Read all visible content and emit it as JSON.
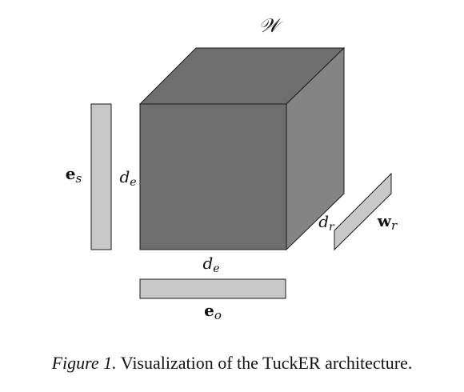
{
  "diagram": {
    "core_tensor_label": "𝒲",
    "subject_vector": {
      "symbol": "e",
      "subscript": "s"
    },
    "object_vector": {
      "symbol": "e",
      "subscript": "o"
    },
    "relation_vector": {
      "symbol": "w",
      "subscript": "r"
    },
    "dim_vertical": {
      "symbol": "d",
      "subscript": "e"
    },
    "dim_horizontal": {
      "symbol": "d",
      "subscript": "e"
    },
    "dim_depth": {
      "symbol": "d",
      "subscript": "r"
    },
    "colors": {
      "cube_front": "#6e6e6e",
      "cube_top": "#6e6e6e",
      "cube_side": "#848484",
      "vector_fill": "#c8c8c8",
      "stroke": "#1a1a1a"
    }
  },
  "caption": {
    "figure_label": "Figure 1.",
    "text": "Visualization of the TuckER architecture."
  }
}
